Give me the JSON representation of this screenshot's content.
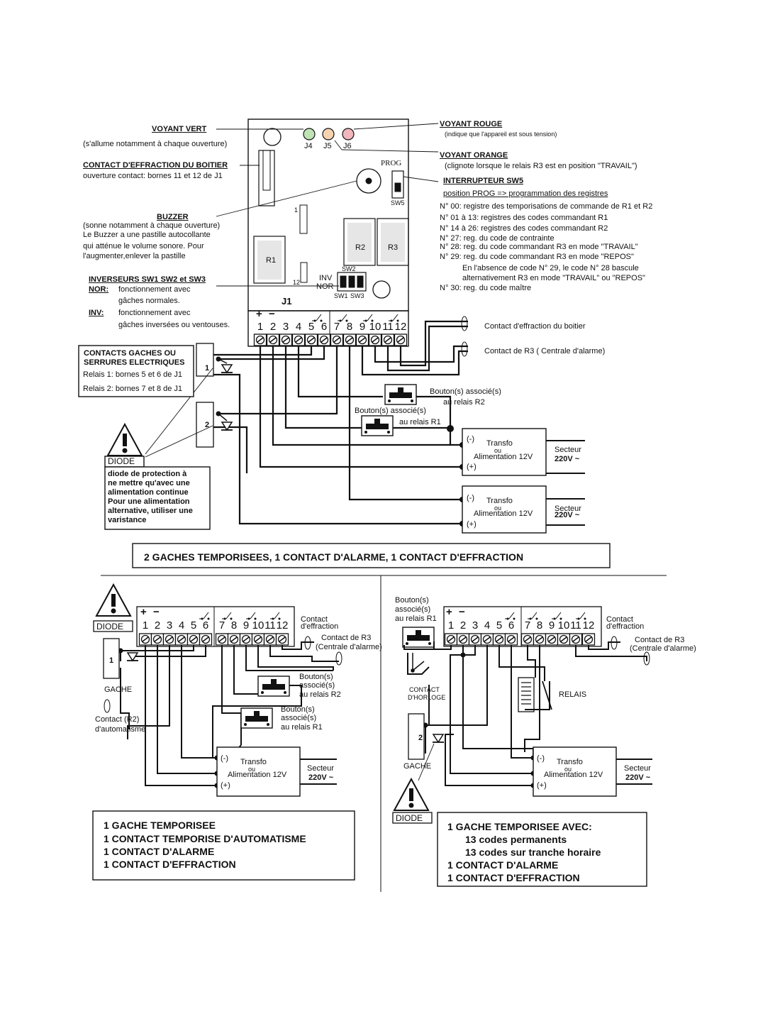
{
  "top": {
    "voyant_vert": {
      "title": "VOYANT VERT",
      "desc": "(s'allume notamment à chaque ouverture)"
    },
    "contact_effraction": {
      "title": "CONTACT D'EFFRACTION DU BOITIER",
      "desc": "ouverture contact:  bornes 11 et 12 de J1"
    },
    "buzzer": {
      "title": "BUZZER",
      "lines": [
        "(sonne notamment à chaque ouverture)",
        "Le Buzzer a une pastille autocollante",
        "qui atténue le volume sonore. Pour",
        "l'augmenter,enlever la pastille"
      ]
    },
    "inverseurs": {
      "title": "INVERSEURS SW1 SW2 et SW3",
      "nor_label": "NOR:",
      "nor_lines": [
        "fonctionnement avec",
        "gâches normales."
      ],
      "inv_label": "INV:",
      "inv_lines": [
        "fonctionnement avec",
        "gâches inversées ou ventouses."
      ]
    },
    "voyant_rouge": {
      "title": "VOYANT ROUGE",
      "desc": "(indique que l'appareil est sous tension)"
    },
    "voyant_orange": {
      "title": "VOYANT ORANGE",
      "desc": "(clignote lorsque le relais R3 est en position \"TRAVAIL\")"
    },
    "interrupteur": {
      "title": "INTERRUPTEUR SW5",
      "subtitle": "position PROG => programmation des registres",
      "lines": [
        "N° 00: registre des temporisations de commande de R1 et R2",
        "N° 01 à 13: registres des codes commandant R1",
        "N° 14 à 26: registres des codes commandant R2",
        "N° 27: reg. du code de contrainte",
        "N° 28: reg. du code commandant R3 en mode \"TRAVAIL\"",
        "N° 29: reg. du code commandant R3 en mode \"REPOS\"",
        "En l'absence de code N° 29, le code N° 28  bascule",
        "alternativement R3 en mode \"TRAVAIL\"  ou \"REPOS\"",
        "N° 30: reg. du code maître"
      ]
    },
    "board": {
      "leds": [
        "J4",
        "J5",
        "J6"
      ],
      "prog": "PROG",
      "sw5": "SW5",
      "r1": "R1",
      "r2": "R2",
      "r3": "R3",
      "inv": "INV",
      "nor": "NOR",
      "sw1": "SW1",
      "sw2": "SW2",
      "sw3": "SW3",
      "j1": "J1",
      "pin1": "1",
      "pin12": "12",
      "plus": "+",
      "minus": "−"
    },
    "terminals": [
      "1",
      "2",
      "3",
      "4",
      "5",
      "6",
      "7",
      "8",
      "9",
      "10",
      "11",
      "12"
    ],
    "contacts_box": {
      "title1": "CONTACTS GACHES OU",
      "title2": "SERRURES ELECTRIQUES",
      "line1": "Relais 1: bornes 5 et 6 de J1",
      "line2": "Relais 2: bornes 7 et 8 de J1"
    },
    "gache1": "1",
    "gache2": "2",
    "diode": {
      "label": "DIODE",
      "note": [
        "diode de protection à",
        "ne mettre qu'avec une",
        "alimentation continue",
        "Pour une alimentation",
        "alternative, utiliser une",
        "varistance"
      ]
    },
    "right_contacts": [
      "Contact  d'effraction du boitier",
      "Contact de R3 (  Centrale d'alarme)"
    ],
    "bouton_r2": [
      "Bouton(s) associé(s)",
      "au relais R2"
    ],
    "bouton_r1": [
      "Bouton(s) associé(s)",
      "au relais R1"
    ],
    "transfo": {
      "minus": "(-)",
      "plus": "(+)",
      "l1": "Transfo",
      "l2": "ou",
      "l3": "Alimentation 12V",
      "secteur": "Secteur",
      "v": "220V ~"
    },
    "caption": "2 GACHES TEMPORISEES, 1 CONTACT D'ALARME, 1 CONTACT D'EFFRACTION"
  },
  "bl": {
    "diode": "DIODE",
    "gache": "GACHE",
    "gache_num": "1",
    "contact_r2": [
      "Contact (R2)",
      "d'automatisme"
    ],
    "effraction": [
      "Contact",
      "d'effraction"
    ],
    "r3": [
      "Contact de R3",
      "(Centrale d'alarme)"
    ],
    "bouton_r2": [
      "Bouton(s)",
      "associé(s)",
      "au relais R2"
    ],
    "bouton_r1": [
      "Bouton(s)",
      "associé(s)",
      "au relais R1"
    ],
    "caption": [
      "1 GACHE TEMPORISEE",
      "1 CONTACT TEMPORISE D'AUTOMATISME",
      "1 CONTACT D'ALARME",
      "1 CONTACT D'EFFRACTION"
    ]
  },
  "br": {
    "bouton": [
      "Bouton(s)",
      "associé(s)",
      "au relais R1"
    ],
    "horloge": [
      "CONTACT",
      "D'HORLOGE"
    ],
    "relais": "RELAIS",
    "gache": "GACHE",
    "gache_num": "2",
    "diode": "DIODE",
    "effraction": [
      "Contact",
      "d'effraction"
    ],
    "r3": [
      "Contact de R3",
      "(Centrale d'alarme)"
    ],
    "caption": [
      "1 GACHE TEMPORISEE AVEC:",
      "13 codes permanents",
      "13 codes sur tranche horaire",
      "1 CONTACT D'ALARME",
      "1 CONTACT D'EFFRACTION"
    ]
  }
}
